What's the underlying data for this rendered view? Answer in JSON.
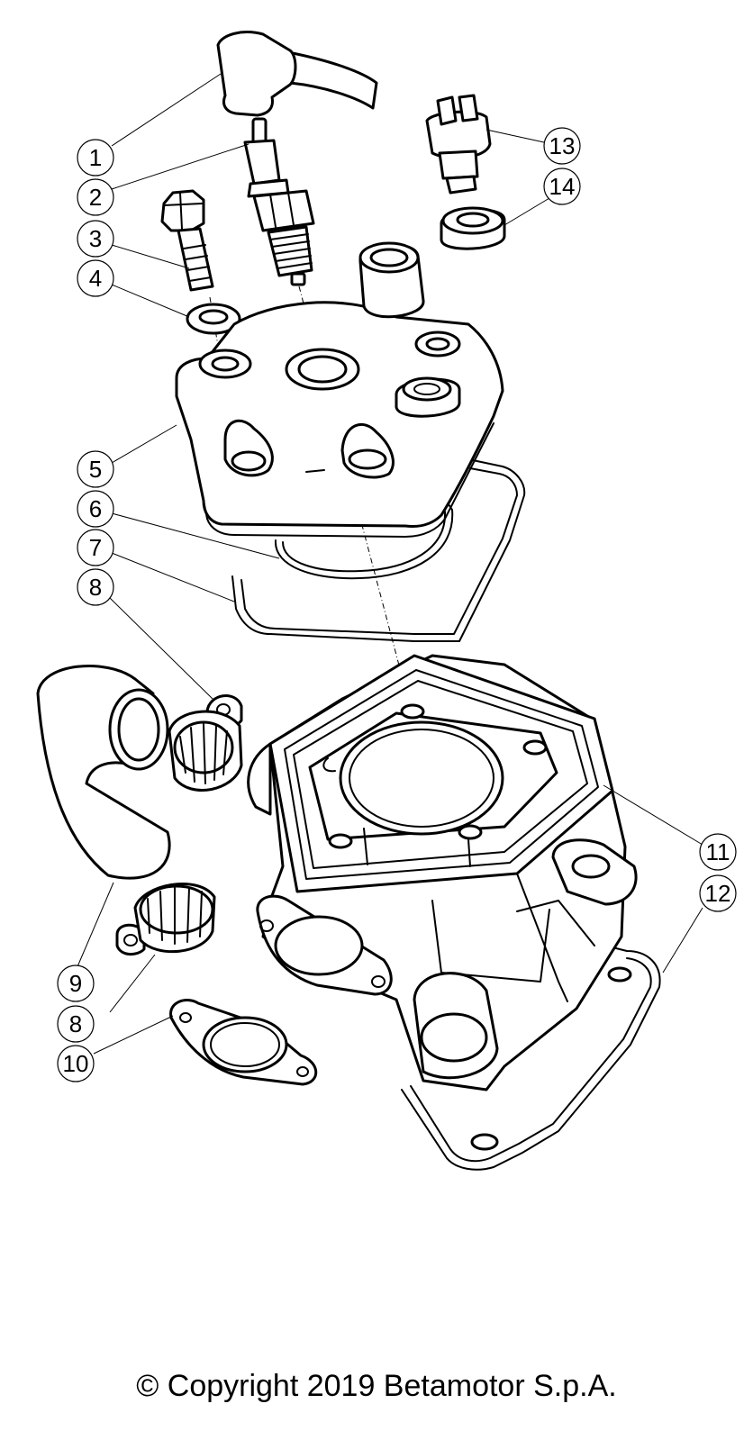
{
  "diagram": {
    "callouts": [
      {
        "id": "callout-1",
        "label": "1"
      },
      {
        "id": "callout-2",
        "label": "2"
      },
      {
        "id": "callout-3",
        "label": "3"
      },
      {
        "id": "callout-4",
        "label": "4"
      },
      {
        "id": "callout-5",
        "label": "5"
      },
      {
        "id": "callout-6",
        "label": "6"
      },
      {
        "id": "callout-7",
        "label": "7"
      },
      {
        "id": "callout-8a",
        "label": "8"
      },
      {
        "id": "callout-9",
        "label": "9"
      },
      {
        "id": "callout-8b",
        "label": "8"
      },
      {
        "id": "callout-10",
        "label": "10"
      },
      {
        "id": "callout-11",
        "label": "11"
      },
      {
        "id": "callout-12",
        "label": "12"
      },
      {
        "id": "callout-13",
        "label": "13"
      },
      {
        "id": "callout-14",
        "label": "14"
      }
    ],
    "line_color": "#000000",
    "background_color": "#ffffff"
  },
  "footer": {
    "copyright": "© Copyright 2019 Betamotor S.p.A."
  }
}
